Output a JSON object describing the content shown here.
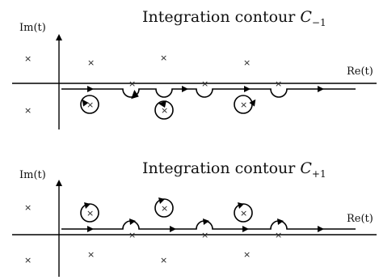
{
  "panels": [
    {
      "id": "minus",
      "title_text": "Integration contour ",
      "title_sym": "C",
      "title_sub": "−1",
      "ylabel": "Im(t)",
      "xlabel": "Re(t)",
      "cross": "×"
    },
    {
      "id": "plus",
      "title_text": "Integration contour ",
      "title_sym": "C",
      "title_sub": "+1",
      "ylabel": "Im(t)",
      "xlabel": "Re(t)",
      "cross": "×"
    }
  ]
}
